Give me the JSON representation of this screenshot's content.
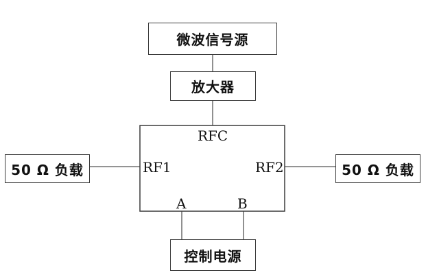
{
  "blocks": {
    "microwave_source": "微波信号源",
    "amplifier": "放大器",
    "load_left": "50 Ω 负载",
    "load_right": "50 Ω 负载",
    "control_power": "控制电源"
  },
  "switch_ports": {
    "common": "RFC",
    "port1": "RF1",
    "port2": "RF2",
    "control_a": "A",
    "control_b": "B"
  },
  "colors": {
    "line": "#555555",
    "border": "#3a3a3a",
    "text": "#111111",
    "background": "#ffffff"
  }
}
